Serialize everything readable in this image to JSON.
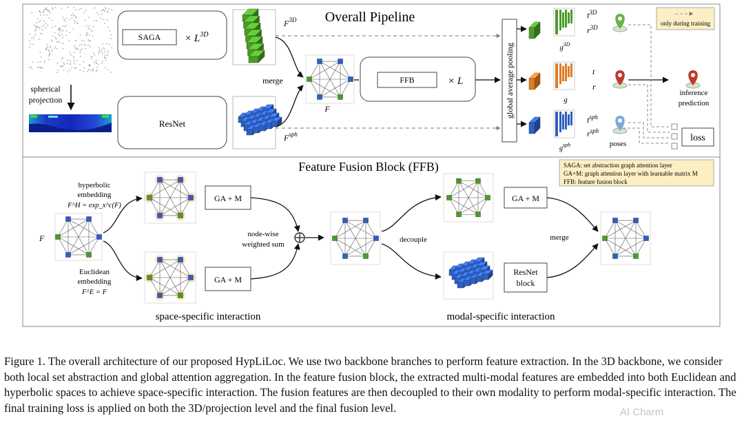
{
  "pipeline": {
    "title": "Overall Pipeline",
    "saga_label": "SAGA",
    "saga_repeat_base": "× L",
    "saga_repeat_sup": "3D",
    "resnet_label": "ResNet",
    "spherical_label_1": "spherical",
    "spherical_label_2": "projection",
    "f3d_base": "F",
    "f3d_sup": "3D",
    "fsph_base": "F",
    "fsph_sup": "sph",
    "merge_label": "merge",
    "f_label": "F",
    "ffb_label": "FFB",
    "ffb_repeat": "× L",
    "gap_label": "global average pooling",
    "g3d_base": "g",
    "g3d_sup": "3D",
    "g_label": "g",
    "gsph_base": "g",
    "gsph_sup": "sph",
    "t3d_base": "t",
    "t3d_sup": "3D",
    "r3d_base": "r",
    "r3d_sup": "3D",
    "t_label": "t",
    "r_label": "r",
    "tsph_base": "t",
    "tsph_sup": "sph",
    "rsph_base": "r",
    "rsph_sup": "sph",
    "poses_label": "poses",
    "inference_label_1": "inference",
    "inference_label_2": "prediction",
    "loss_label": "loss",
    "legend_training": "only during training"
  },
  "ffb": {
    "title": "Feature Fusion Block (FFB)",
    "glossary": [
      "SAGA: set abstraction graph attention layer",
      "GA+M: graph attention layer with learnable matrix M",
      "FFB: feature fusion block"
    ],
    "f_label": "F",
    "hyperbolic_1": "hyperbolic",
    "hyperbolic_2": "embedding",
    "hyperbolic_formula": "F^H = exp_x^c(F)",
    "euclidean_1": "Euclidean",
    "euclidean_2": "embedding",
    "euclidean_formula": "F^E = F",
    "ga_m_label": "GA + M",
    "node_wise_1": "node-wise",
    "node_wise_2": "weighted sum",
    "decouple_label": "decouple",
    "merge_label": "merge",
    "resnet_block_1": "ResNet",
    "resnet_block_2": "block",
    "space_caption": "space-specific interaction",
    "modal_caption": "modal-specific interaction"
  },
  "colors": {
    "green": "#4c9a2a",
    "orange": "#e07b27",
    "blue": "#2f5fbf",
    "legend_bg": "#fcefc4"
  },
  "caption": "Figure 1. The overall architecture of our proposed HypLiLoc. We use two backbone branches to perform feature extraction. In the 3D backbone, we consider both local set abstraction and global attention aggregation. In the feature fusion block, the extracted multi-modal features are embedded into both Euclidean and hyperbolic spaces to achieve space-specific interaction. The fusion features are then decoupled to their own modality to perform modal-specific interaction. The final training loss is applied on both the 3D/projection level and the final fusion level.",
  "watermark": "AI Charm"
}
